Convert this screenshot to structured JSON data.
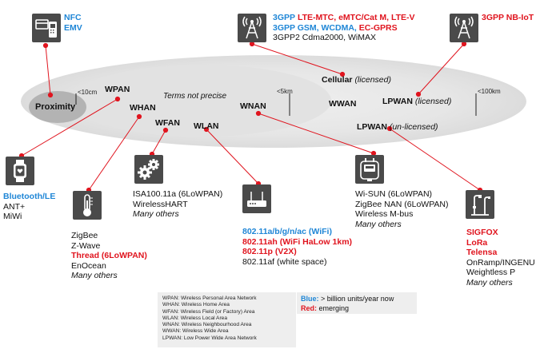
{
  "nfc": [
    "NFC",
    "EMV"
  ],
  "cellular_top": {
    "line1_blue": "3GPP",
    "line1_red": "LTE-MTC, eMTC/Cat M, LTE-V",
    "line2_blue": "3GPP GSM, WCDMA,",
    "line2_red": "EC-GPRS",
    "line3": "3GPP2 Cdma2000, WiMAX"
  },
  "nbiot": "3GPP NB-IoT",
  "bands": {
    "proximity": "Proximity",
    "wpan": "WPAN",
    "whan": "WHAN",
    "wfan": "WFAN",
    "wlan": "WLAN",
    "wnan": "WNAN",
    "wwan": "WWAN",
    "terms": "Terms not precise",
    "cellular_bold": "Cellular",
    "cellular_it": "(licensed)",
    "lpwan_lic_bold": "LPWAN",
    "lpwan_lic_it": "(licensed)",
    "lpwan_unlic_bold": "LPWAN",
    "lpwan_unlic_it": "(un-licensed)"
  },
  "ticks": [
    "<10cm",
    "<5km",
    "<100km"
  ],
  "bluetooth": [
    "Bluetooth/LE",
    "ANT+",
    "MiWi"
  ],
  "thread_group": [
    "ZigBee",
    "Z-Wave",
    "Thread (6LoWPAN)",
    "EnOcean",
    "Many others"
  ],
  "isa_group": [
    "ISA100.11a (6LoWPAN)",
    "WirelessHART",
    "Many others"
  ],
  "wifi_group": [
    "802.11a/b/g/n/ac (WiFi)",
    "802.11ah (WiFi HaLow 1km)",
    "802.11p (V2X)",
    "802.11af (white space)"
  ],
  "wisun_group": [
    "Wi-SUN (6LoWPAN)",
    "ZigBee NAN (6LoWPAN)",
    "Wireless M-bus",
    "Many others"
  ],
  "sigfox_group": [
    "SIGFOX",
    "LoRa",
    "Telensa",
    "OnRamp/INGENU",
    "Weightless P",
    "Many others"
  ],
  "legend": [
    "WPAN: Wireless Personal Area Network",
    "WHAN: Wireless Home Area",
    "WFAN: Wireless Field (or Factory) Area",
    "WLAN: Wireless Local Area",
    "WNAN: Wireless Neighbourhood Area",
    "WWAN: Wireless Wide Area",
    "LPWAN: Low Power Wide Area Network"
  ],
  "key": {
    "blue_label": "Blue:",
    "blue_text": "> billion units/year now",
    "red_label": "Red:",
    "red_text": "emerging"
  },
  "colors": {
    "accent_blue": "#1f86d6",
    "accent_red": "#e0141e",
    "icon_bg": "#4a4a4a",
    "ellipse_fill": "#e6e6e6",
    "proximity_fill": "#b3b3b3"
  },
  "icons": [
    "nfc-card-icon",
    "cell-tower-icon",
    "cell-tower-icon",
    "smartwatch-icon",
    "thermometer-icon",
    "gears-icon",
    "router-icon",
    "meter-icon",
    "streetlight-icon"
  ]
}
